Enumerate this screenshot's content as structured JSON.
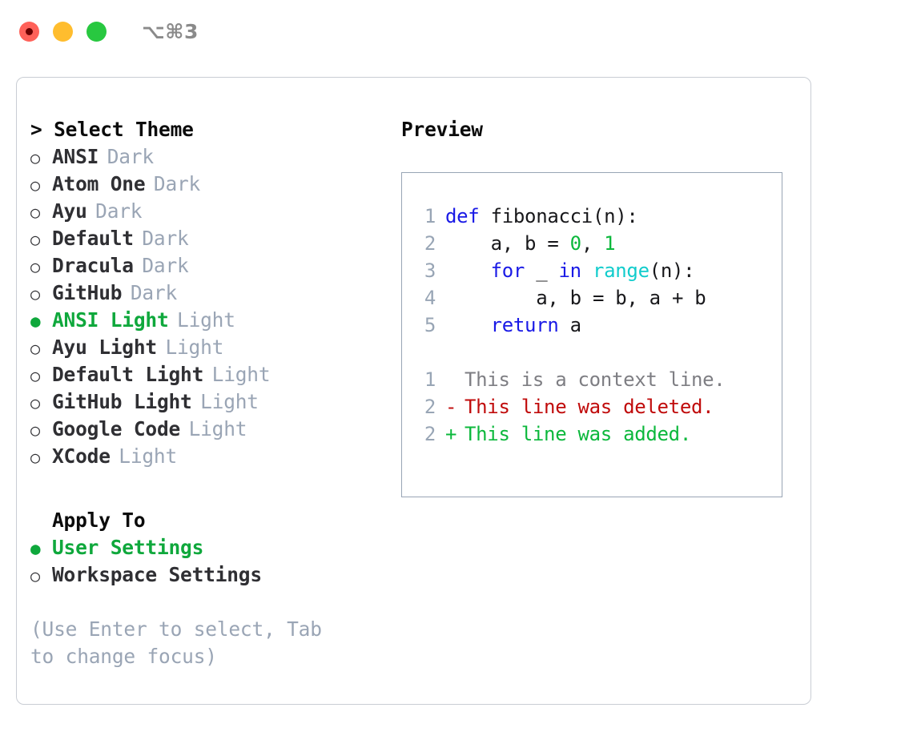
{
  "titlebar": {
    "shortcut": "⌥⌘3",
    "lights": [
      {
        "name": "close",
        "color": "#ff6159"
      },
      {
        "name": "minimize",
        "color": "#ffbd2e"
      },
      {
        "name": "maximize",
        "color": "#28c840"
      }
    ]
  },
  "theme_section": {
    "header": "> Select Theme",
    "options": [
      {
        "label": "ANSI",
        "kind": "Dark",
        "selected": false,
        "bullet": "○"
      },
      {
        "label": "Atom One",
        "kind": "Dark",
        "selected": false,
        "bullet": "○"
      },
      {
        "label": "Ayu",
        "kind": "Dark",
        "selected": false,
        "bullet": "○"
      },
      {
        "label": "Default",
        "kind": "Dark",
        "selected": false,
        "bullet": "○"
      },
      {
        "label": "Dracula",
        "kind": "Dark",
        "selected": false,
        "bullet": "○"
      },
      {
        "label": "GitHub",
        "kind": "Dark",
        "selected": false,
        "bullet": "○"
      },
      {
        "label": "ANSI Light",
        "kind": "Light",
        "selected": true,
        "bullet": "●"
      },
      {
        "label": "Ayu Light",
        "kind": "Light",
        "selected": false,
        "bullet": "○"
      },
      {
        "label": "Default Light",
        "kind": "Light",
        "selected": false,
        "bullet": "○"
      },
      {
        "label": "GitHub Light",
        "kind": "Light",
        "selected": false,
        "bullet": "○"
      },
      {
        "label": "Google Code",
        "kind": "Light",
        "selected": false,
        "bullet": "○"
      },
      {
        "label": "XCode",
        "kind": "Light",
        "selected": false,
        "bullet": "○"
      }
    ]
  },
  "apply_section": {
    "title": "Apply To",
    "options": [
      {
        "label": "User Settings",
        "selected": true,
        "bullet": "●"
      },
      {
        "label": "Workspace Settings",
        "selected": false,
        "bullet": "○"
      }
    ]
  },
  "hint": "(Use Enter to select, Tab to change focus)",
  "preview": {
    "title": "Preview",
    "code_lines": [
      {
        "num": "1",
        "tokens": [
          {
            "t": "def",
            "c": "kw"
          },
          {
            "t": " fibonacci(n):",
            "c": "pl"
          }
        ]
      },
      {
        "num": "2",
        "tokens": [
          {
            "t": "    a, b = ",
            "c": "pl"
          },
          {
            "t": "0",
            "c": "num"
          },
          {
            "t": ", ",
            "c": "pl"
          },
          {
            "t": "1",
            "c": "num"
          }
        ]
      },
      {
        "num": "3",
        "tokens": [
          {
            "t": "    ",
            "c": "pl"
          },
          {
            "t": "for",
            "c": "kw"
          },
          {
            "t": " _ ",
            "c": "pl"
          },
          {
            "t": "in",
            "c": "kw"
          },
          {
            "t": " ",
            "c": "pl"
          },
          {
            "t": "range",
            "c": "fn"
          },
          {
            "t": "(n):",
            "c": "pl"
          }
        ]
      },
      {
        "num": "4",
        "tokens": [
          {
            "t": "        a, b = b, a + b",
            "c": "pl"
          }
        ]
      },
      {
        "num": "5",
        "tokens": [
          {
            "t": "    ",
            "c": "pl"
          },
          {
            "t": "return",
            "c": "kw"
          },
          {
            "t": " a",
            "c": "pl"
          }
        ]
      }
    ],
    "diff_lines": [
      {
        "num": "1",
        "sign": " ",
        "text": "This is a context line.",
        "type": "context"
      },
      {
        "num": "2",
        "sign": "-",
        "text": "This line was deleted.",
        "type": "removed"
      },
      {
        "num": "2",
        "sign": "+",
        "text": "This line was added.",
        "type": "added"
      }
    ]
  },
  "colors": {
    "accent_green": "#0fa83c",
    "muted": "#9aa5b5",
    "keyword_blue": "#1a1ae6",
    "function_cyan": "#11cccc",
    "number_green": "#0cb83c",
    "diff_removed": "#c00b0b",
    "diff_added": "#0cb83c",
    "panel_border": "#c9cdd4",
    "preview_border": "#98a5b5"
  }
}
